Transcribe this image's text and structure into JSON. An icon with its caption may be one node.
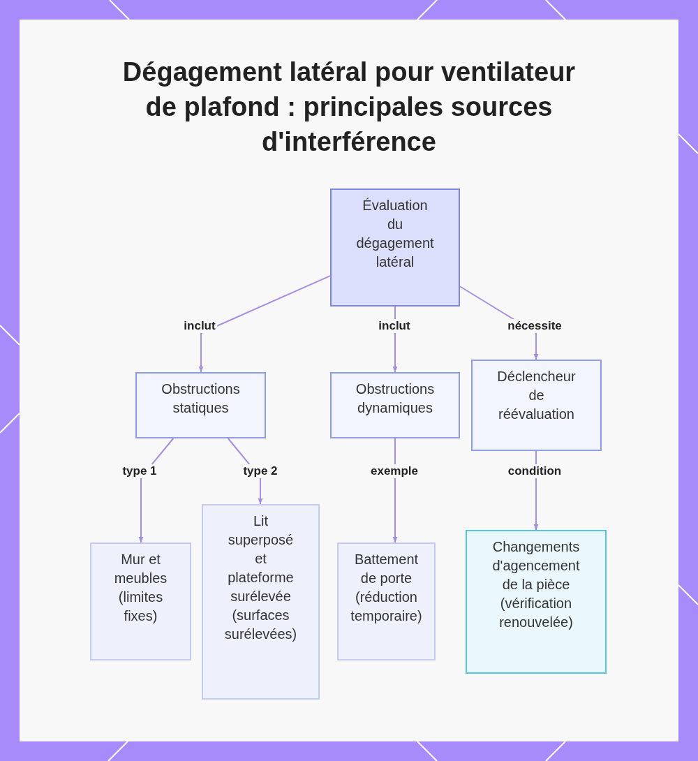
{
  "diagram": {
    "title": "Dégagement latéral pour ventilateur de plafond : principales sources d'interférence",
    "nodes": [
      {
        "text": [
          "Évaluation du dégagement latéral"
        ]
      },
      {
        "text": [
          "Obstructions statiques"
        ]
      },
      {
        "text": [
          "Obstructions dynamiques"
        ]
      },
      {
        "text": [
          "Déclencheur de réévaluation"
        ]
      },
      {
        "text": [
          "Mur et meubles (limites fixes)"
        ]
      },
      {
        "text": [
          "Lit superposé et plateforme surélevée (surfaces surélevées)"
        ]
      },
      {
        "text": [
          "Battement de porte (réduction temporaire)"
        ]
      },
      {
        "text": [
          "Changements d'agencement de la pièce (vérification renouvelée)"
        ]
      }
    ],
    "edges": [
      {
        "from": 0,
        "to": 1,
        "arrow": "to",
        "label": "inclut"
      },
      {
        "from": 0,
        "to": 2,
        "arrow": "to",
        "label": "inclut"
      },
      {
        "from": 0,
        "to": 3,
        "arrow": "to",
        "label": "nécessite"
      },
      {
        "from": 1,
        "to": 4,
        "arrow": "to",
        "label": "type 1"
      },
      {
        "from": 1,
        "to": 5,
        "arrow": "to",
        "label": "type 2"
      },
      {
        "from": 2,
        "to": 6,
        "arrow": "to",
        "label": "exemple"
      },
      {
        "from": 3,
        "to": 7,
        "arrow": "to",
        "label": "condition"
      }
    ]
  }
}
